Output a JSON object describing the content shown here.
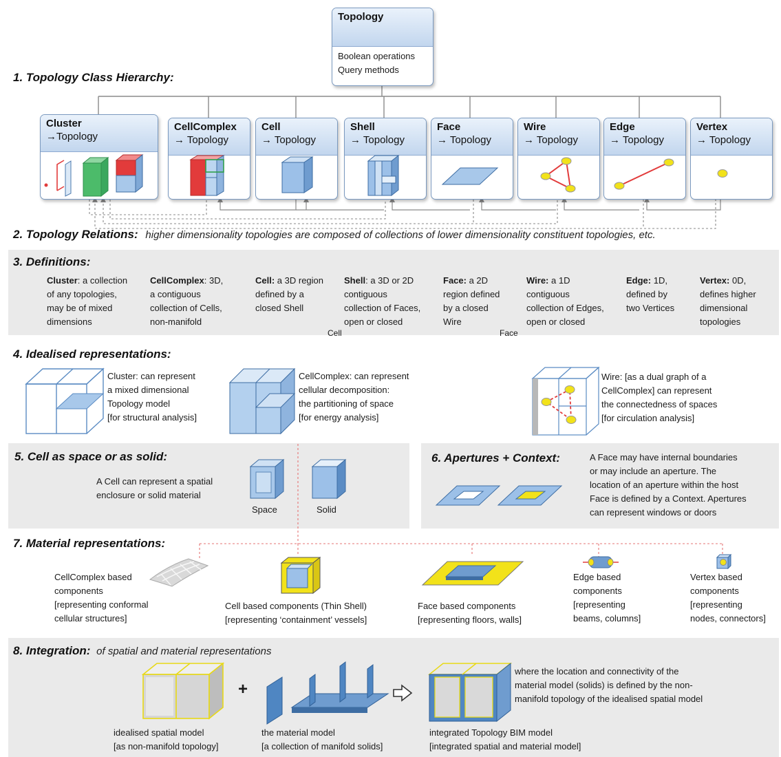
{
  "top": {
    "name": "Topology",
    "ops": [
      "Boolean operations",
      "Query methods"
    ]
  },
  "sections": {
    "s1": "1. Topology Class Hierarchy:",
    "s2": "2. Topology Relations:",
    "s2_sub": "higher dimensionality topologies are composed of collections of lower dimensionality constituent topologies, etc.",
    "s3": "3. Definitions:",
    "s4": "4. Idealised representations:",
    "s5": "5. Cell as space or as solid:",
    "s6": "6. Apertures + Context:",
    "s7": "7. Material representations:",
    "s8": "8. Integration:",
    "s8_sub": "of spatial and material representations"
  },
  "classes": [
    {
      "name": "Cluster",
      "parent": "→Topology"
    },
    {
      "name": "CellComplex",
      "parent": "→ Topology"
    },
    {
      "name": "Cell",
      "parent": "→ Topology"
    },
    {
      "name": "Shell",
      "parent": "→ Topology"
    },
    {
      "name": "Face",
      "parent": "→ Topology"
    },
    {
      "name": "Wire",
      "parent": "→ Topology"
    },
    {
      "name": "Edge",
      "parent": "→ Topology"
    },
    {
      "name": "Vertex",
      "parent": "→ Topology"
    }
  ],
  "definitions": [
    {
      "term": "Cluster",
      "sep": ": ",
      "lines": [
        "a collection",
        "of any topologies,",
        "may be of mixed",
        "dimensions"
      ]
    },
    {
      "term": "CellComplex",
      "sep": ": ",
      "lines": [
        "3D,",
        "a contiguous",
        "collection of Cells,",
        "non-manifold"
      ]
    },
    {
      "term": "Cell:",
      "sep": " ",
      "lines": [
        "a 3D region",
        "defined by a",
        "closed Shell"
      ]
    },
    {
      "term": "Shell",
      "sep": ": ",
      "lines": [
        "a 3D or 2D",
        "contiguous",
        "collection of Faces,",
        "open or closed"
      ]
    },
    {
      "term": "Face:",
      "sep": " ",
      "lines": [
        "a 2D",
        "region defined",
        "by a closed",
        "Wire"
      ]
    },
    {
      "term": "Wire:",
      "sep": " ",
      "lines": [
        "a 1D",
        "contiguous",
        "collection of Edges,",
        "open or closed"
      ]
    },
    {
      "term": "Edge:",
      "sep": " ",
      "lines": [
        "1D,",
        "defined by",
        "two Vertices"
      ]
    },
    {
      "term": "Vertex:",
      "sep": " ",
      "lines": [
        "0D,",
        "defines higher",
        "dimensional",
        "topologies"
      ]
    }
  ],
  "stray": {
    "cell": "Cell",
    "face": "Face"
  },
  "idealised": {
    "cluster": [
      "Cluster: can represent",
      "a mixed dimensional",
      "Topology model",
      "[for structural analysis]"
    ],
    "cellcomplex": [
      "CellComplex: can  represent",
      "cellular decomposition:",
      "the partitioning of space",
      "[for energy analysis]"
    ],
    "wire": [
      "Wire: [as a dual graph of a",
      "CellComplex] can represent",
      "the connectedness of spaces",
      "[for circulation analysis]"
    ]
  },
  "cell_space": {
    "text": [
      "A Cell can represent a spatial",
      "enclosure or solid material"
    ],
    "space": "Space",
    "solid": "Solid"
  },
  "apertures": [
    "A Face may have internal boundaries",
    "or may include an aperture. The",
    "location of an aperture within the host",
    "Face is defined by a Context. Apertures",
    "can represent windows or doors"
  ],
  "material": {
    "cellcomplex": [
      "CellComplex based",
      "components",
      "[representing conformal",
      "cellular structures]"
    ],
    "cell": [
      "Cell based components (Thin Shell)",
      "[representing ‘containment’ vessels]"
    ],
    "face": [
      "Face based components",
      "[representing floors, walls]"
    ],
    "edge": [
      "Edge based",
      "components",
      "[representing",
      "beams, columns]"
    ],
    "vertex": [
      "Vertex based",
      "components",
      "[representing",
      "nodes, connectors]"
    ]
  },
  "integration": {
    "plus": "+",
    "spatial": [
      "idealised spatial model",
      "[as non-manifold topology]"
    ],
    "material": [
      "the material model",
      "[a collection of manifold solids]"
    ],
    "integrated": [
      "integrated Topology BIM model",
      "[integrated spatial and material model]"
    ],
    "desc": [
      "where the location and connectivity of the",
      "material model (solids) is defined by the non-",
      "manifold topology of the idealised spatial model"
    ]
  },
  "colors": {
    "box_border": "#7a99bf",
    "blue_fill": "#9cc0e8",
    "red": "#e23b3b",
    "green": "#4cbb6a",
    "yellow": "#f2e21a",
    "band": "#eaeaea"
  }
}
